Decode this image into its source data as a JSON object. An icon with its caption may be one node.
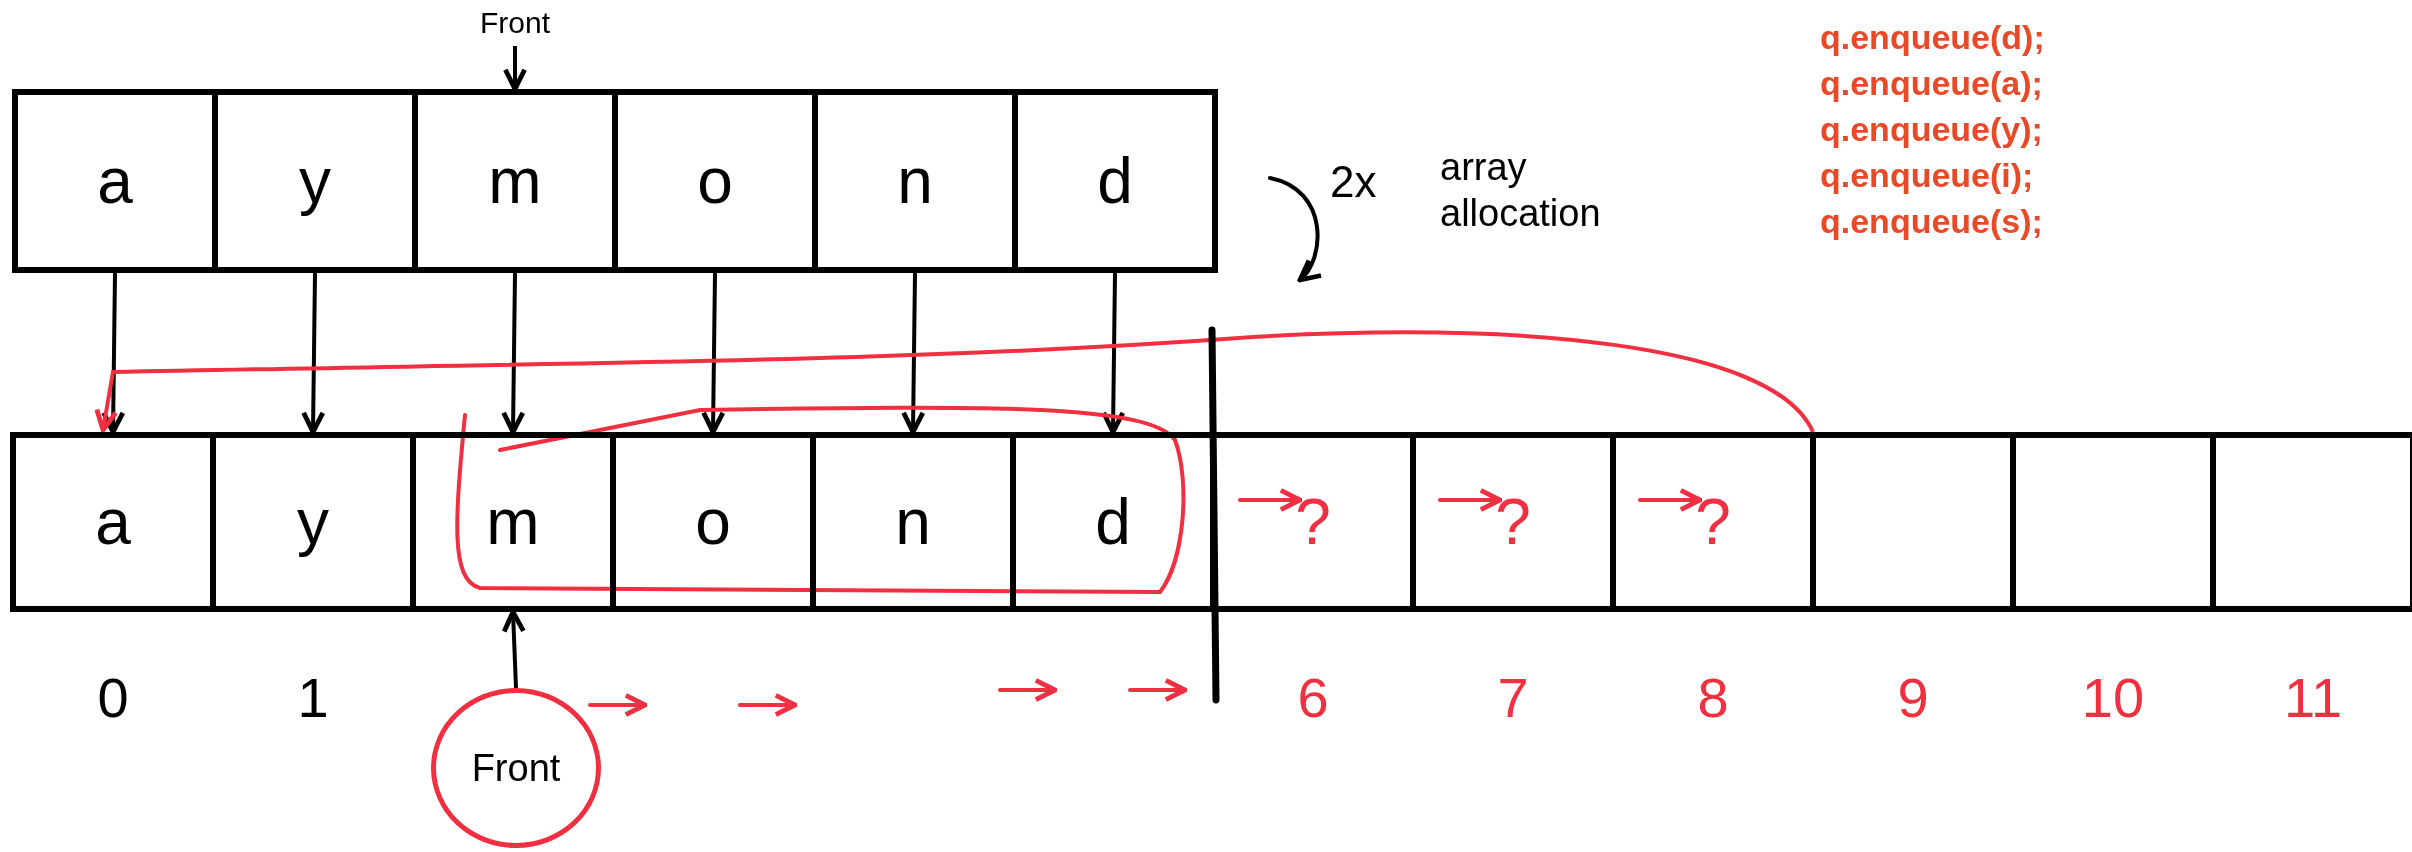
{
  "diagram": {
    "nodes": [
      {
        "text": [
          "Front"
        ]
      },
      {
        "text": [
          "a"
        ]
      },
      {
        "text": [
          "y"
        ]
      },
      {
        "text": [
          "m"
        ]
      },
      {
        "text": [
          "o"
        ]
      },
      {
        "text": [
          "n"
        ]
      },
      {
        "text": [
          "d"
        ]
      },
      {
        "text": [
          "a"
        ]
      },
      {
        "text": [
          "y"
        ]
      },
      {
        "text": [
          "m"
        ]
      },
      {
        "text": [
          "o"
        ]
      },
      {
        "text": [
          "n"
        ]
      },
      {
        "text": [
          "d"
        ]
      },
      {
        "text": [
          "?"
        ]
      },
      {
        "text": [
          "?"
        ]
      },
      {
        "text": [
          "?"
        ]
      },
      {
        "text": [],
        "shape": "box"
      },
      {
        "text": [],
        "shape": "box"
      },
      {
        "text": [],
        "shape": "box"
      },
      {
        "text": [
          "Front"
        ]
      }
    ],
    "edges": [
      {
        "from": 0,
        "to": 3,
        "arrow": "to"
      },
      {
        "from": 1,
        "to": 7,
        "arrow": "to"
      },
      {
        "from": 2,
        "to": 8,
        "arrow": "to"
      },
      {
        "from": 3,
        "to": 9,
        "arrow": "to"
      },
      {
        "from": 4,
        "to": 10,
        "arrow": "to"
      },
      {
        "from": 5,
        "to": 11,
        "arrow": "to"
      },
      {
        "from": 6,
        "to": 12,
        "arrow": "to"
      },
      {
        "from": 19,
        "to": 9,
        "arrow": "to"
      },
      {
        "from": 15,
        "to": 7,
        "arrow": "to",
        "color": "#f03040"
      }
    ],
    "labels": [
      "2x",
      "array allocation",
      "q.enqueue(d);",
      "q.enqueue(a);",
      "q.enqueue(y);",
      "q.enqueue(i);",
      "q.enqueue(s);",
      "0",
      "1",
      "6",
      "7",
      "8",
      "9",
      "10",
      "11"
    ]
  }
}
